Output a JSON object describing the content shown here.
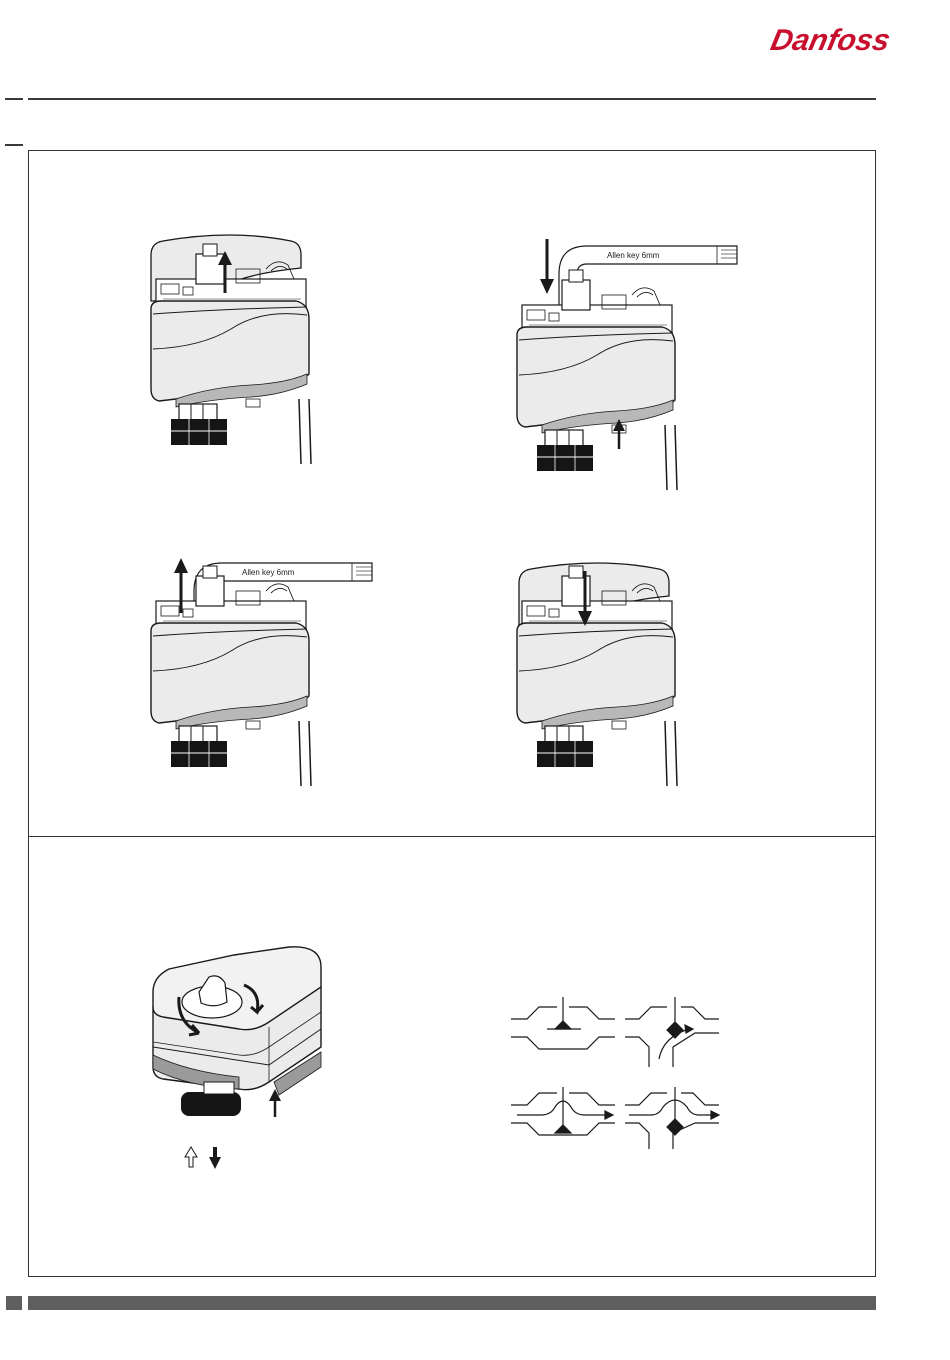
{
  "brand": {
    "logo_text": "Danfoss",
    "color": "#c8102e"
  },
  "steps": [
    {
      "arrow": "up-icon"
    },
    {
      "key_label": "Allen key 6mm"
    },
    {
      "key_label": "Allen key 6mm"
    },
    {
      "arrow": "down-icon"
    }
  ],
  "theme": {
    "line": "#1a1a1a",
    "housing": "#ebebeb",
    "shade": "#b8b8b8",
    "footer": "#5e5e5e"
  }
}
